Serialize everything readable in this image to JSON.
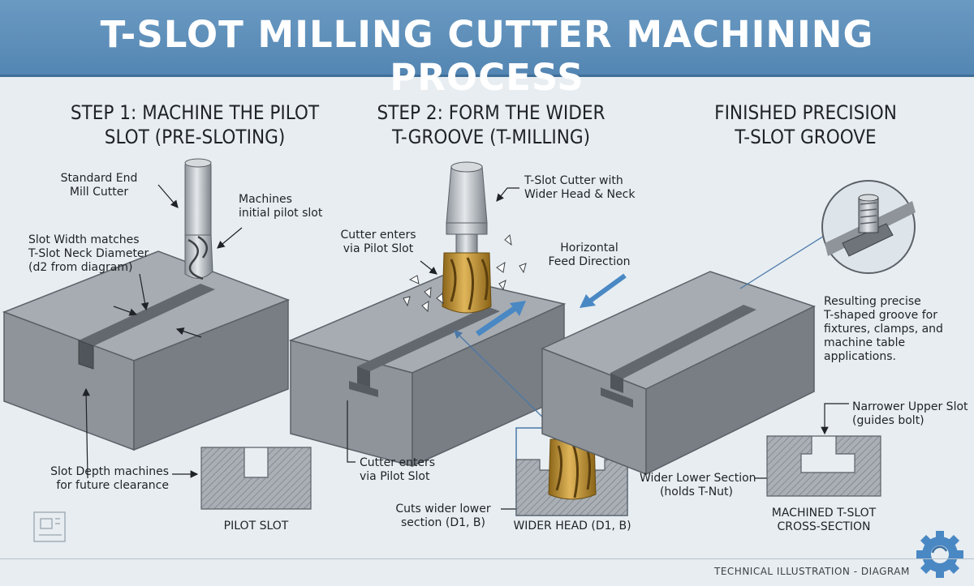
{
  "title": "T-SLOT MILLING CUTTER MACHINING PROCESS",
  "steps": [
    {
      "heading_line1": "STEP 1: MACHINE THE PILOT",
      "heading_line2": "SLOT (PRE-SLOTING)"
    },
    {
      "heading_line1": "STEP 2: FORM THE WIDER",
      "heading_line2": "T-GROOVE (T-MILLING)"
    },
    {
      "heading_line1": "FINISHED PRECISION",
      "heading_line2": "T-SLOT GROOVE"
    }
  ],
  "step1_labels": {
    "end_mill_1": "Standard End",
    "end_mill_2": "Mill Cutter",
    "machines_1": "Machines",
    "machines_2": "initial pilot slot",
    "width_1": "Slot Width matches",
    "width_2": "T-Slot Neck Diameter",
    "width_3": "(d2 from diagram)",
    "depth_1": "Slot Depth machines",
    "depth_2": "for future clearance",
    "pilot_slot": "PILOT SLOT"
  },
  "step2_labels": {
    "cutter_1": "T-Slot Cutter with",
    "cutter_2": "Wider Head & Neck",
    "enters_top_1": "Cutter enters",
    "enters_top_2": "via Pilot Slot",
    "feed_1": "Horizontal",
    "feed_2": "Feed Direction",
    "enters_bottom_1": "Cutter enters",
    "enters_bottom_2": "via Pilot Slot",
    "cuts_1": "Cuts wider lower",
    "cuts_2": "section (D1, B)",
    "wider_head": "WIDER HEAD (D1, B)"
  },
  "step3_labels": {
    "result_1": "Resulting precise",
    "result_2": "T-shaped groove for",
    "result_3": "fixtures, clamps, and",
    "result_4": "machine table",
    "result_5": "applications.",
    "narrow_1": "Narrower Upper Slot",
    "narrow_2": "(guides bolt)",
    "wider_1": "Wider Lower Section",
    "wider_2": "(holds T-Nut)",
    "section_1": "MACHINED T-SLOT",
    "section_2": "CROSS-SECTION"
  },
  "footer": "TECHNICAL ILLUSTRATION - DIAGRAM",
  "colors": {
    "title_bar": "#5f90ba",
    "background": "#e7edf1",
    "steel_top": "#a3a9ae",
    "steel_front": "#8c9298",
    "steel_side": "#767c82",
    "gold": "#b8892c",
    "arrow_blue": "#4a88c4",
    "hatch": "#8d939a"
  },
  "icons": [
    "cnc-machine-icon",
    "gear-icon"
  ]
}
